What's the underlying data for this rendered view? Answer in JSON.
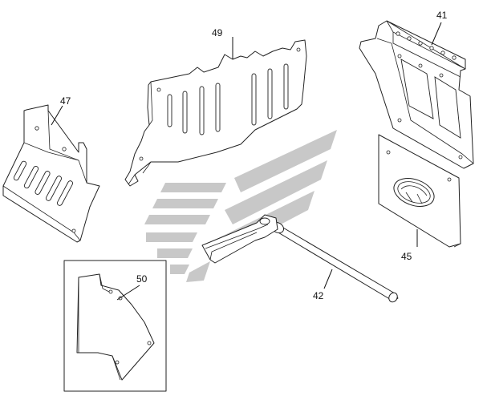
{
  "diagram": {
    "callouts": {
      "p41": "41",
      "p42": "42",
      "p45": "45",
      "p47": "47",
      "p49": "49",
      "p50": "50"
    },
    "colors": {
      "line": "#222222",
      "watermark": "#c8c8c8",
      "background": "#ffffff"
    }
  }
}
